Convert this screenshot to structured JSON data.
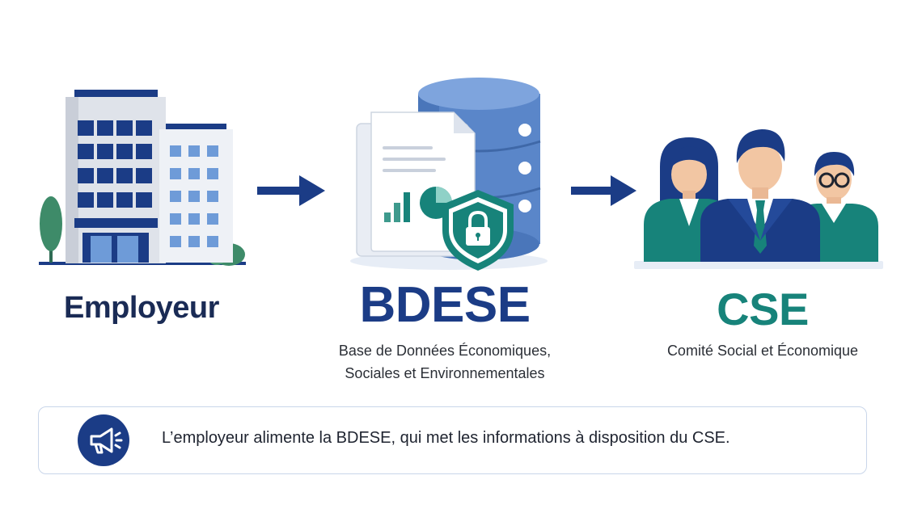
{
  "steps": [
    {
      "title": "Employeur",
      "subtitle": ""
    },
    {
      "title": "BDESE",
      "subtitle": [
        "Base de Données Économiques,",
        "Sociales et Environnementales"
      ]
    },
    {
      "title": "CSE",
      "subtitle": "Comité Social et Économique"
    }
  ],
  "note": {
    "text": "L’employeur alimente la BDESE, qui met les informations à disposition du CSE."
  },
  "icons": [
    "building-icon",
    "arrow-right-icon",
    "database-icon",
    "document-icon",
    "bar-chart-icon",
    "pie-chart-icon",
    "shield-lock-icon",
    "people-group-icon",
    "megaphone-icon"
  ],
  "colors": {
    "navy": "#1b3c86",
    "blue": "#5a86c9",
    "teal": "#17837a",
    "text": "#1f2430"
  }
}
